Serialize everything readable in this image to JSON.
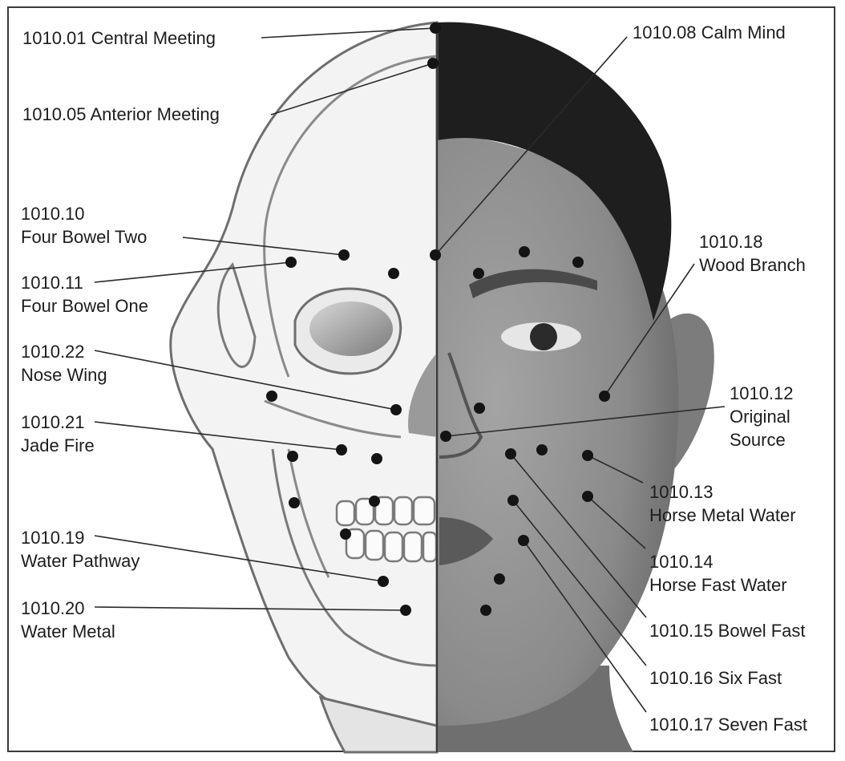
{
  "colors": {
    "skull_fill": "#f3f3f3",
    "skull_line": "#6e6e6e",
    "skin": "#8a8a8a",
    "hair": "#1e1e1e",
    "point": "#141414",
    "leader": "#2a2a2a",
    "text": "#1d1d1d"
  },
  "labels": {
    "p01": {
      "code": "1010.01",
      "name": "Central Meeting"
    },
    "p05": {
      "code": "1010.05",
      "name": "Anterior Meeting"
    },
    "p08": {
      "code": "1010.08",
      "name": "Calm Mind"
    },
    "p10": {
      "code": "1010.10",
      "name": "Four Bowel Two"
    },
    "p11": {
      "code": "1010.11",
      "name": "Four Bowel One"
    },
    "p18": {
      "code": "1010.18",
      "name": "Wood Branch"
    },
    "p22": {
      "code": "1010.22",
      "name": "Nose Wing"
    },
    "p12": {
      "code": "1010.12",
      "name1": "Original",
      "name2": "Source"
    },
    "p21": {
      "code": "1010.21",
      "name": "Jade Fire"
    },
    "p13": {
      "code": "1010.13",
      "name": "Horse Metal Water"
    },
    "p14": {
      "code": "1010.14",
      "name": "Horse Fast Water"
    },
    "p19": {
      "code": "1010.19",
      "name": "Water Pathway"
    },
    "p20": {
      "code": "1010.20",
      "name": "Water Metal"
    },
    "p15": {
      "code": "1010.15",
      "name": "Bowel Fast"
    },
    "p16": {
      "code": "1010.16",
      "name": "Six Fast"
    },
    "p17": {
      "code": "1010.17",
      "name": "Seven Fast"
    }
  }
}
